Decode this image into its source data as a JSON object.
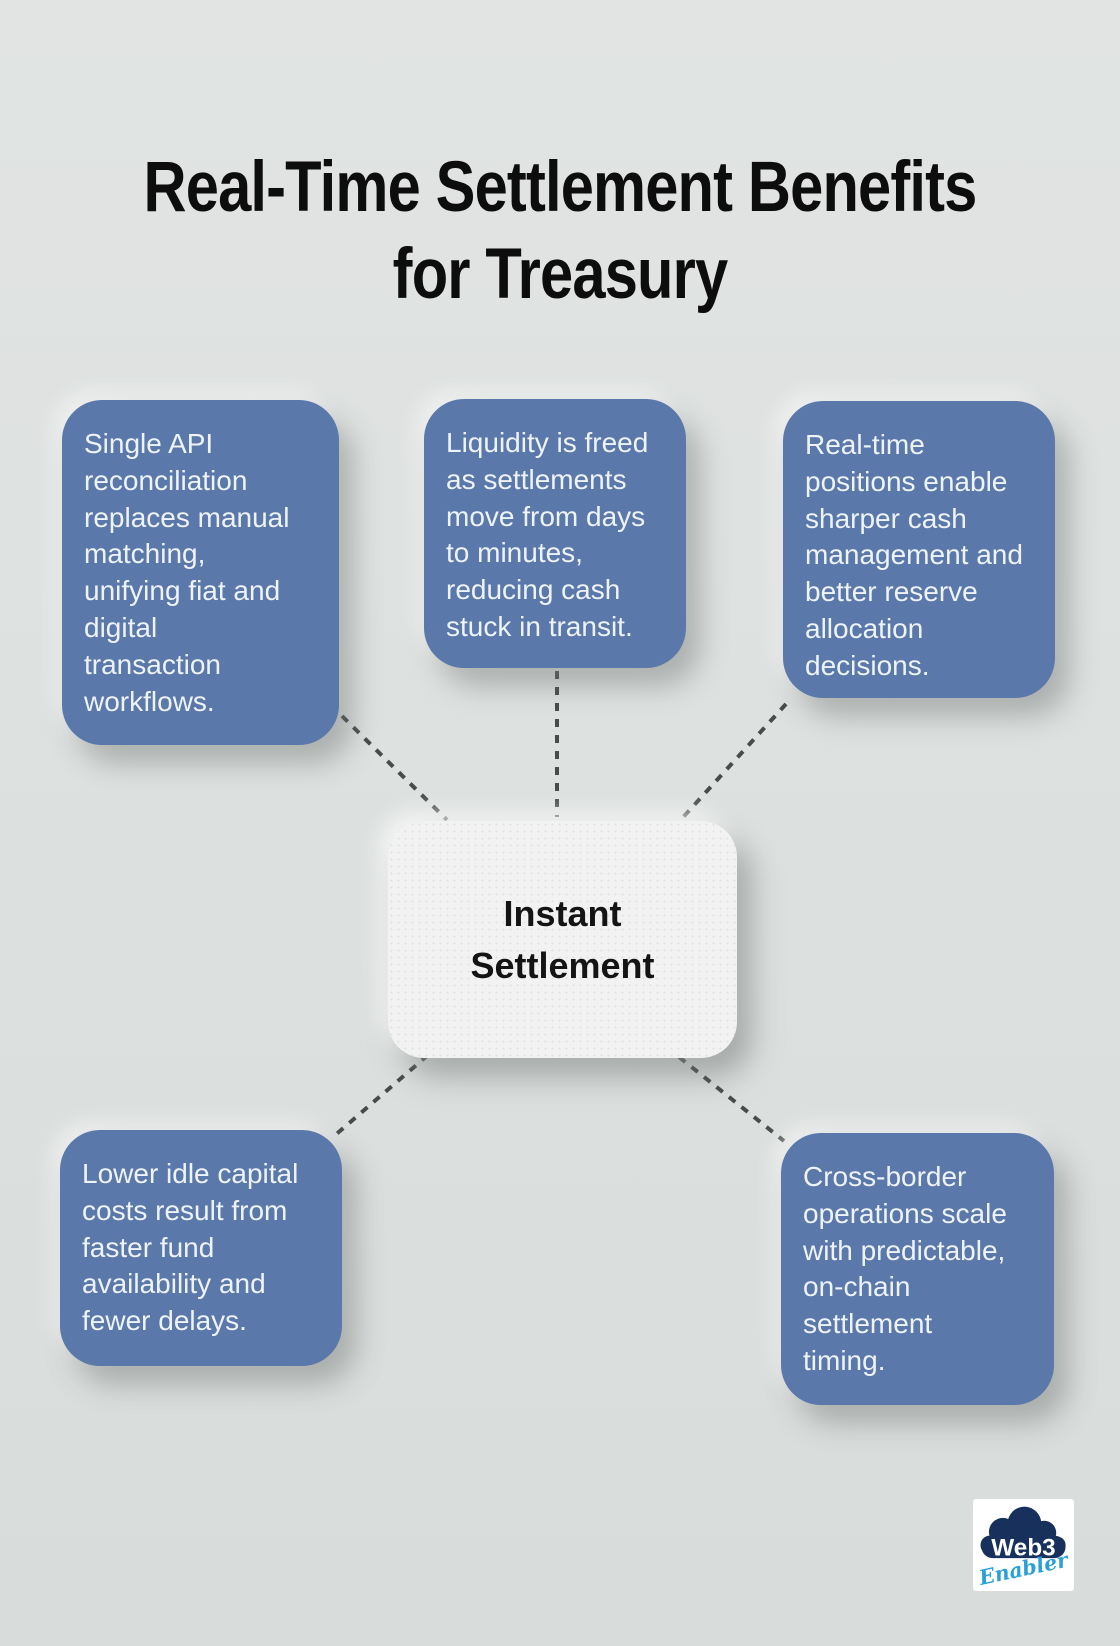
{
  "title": "Real-Time Settlement Benefits\nfor Treasury",
  "center_node": {
    "label": "Instant\nSettlement"
  },
  "nodes": [
    {
      "position": "top-left",
      "text": "Single API\nreconciliation\nreplaces manual\nmatching,\nunifying fiat and\ndigital\ntransaction\nworkflows."
    },
    {
      "position": "top-middle",
      "text": "Liquidity is freed\nas settlements\nmove from days\nto minutes,\nreducing cash\nstuck in transit."
    },
    {
      "position": "top-right",
      "text": "Real-time\npositions enable\nsharper cash\nmanagement and\nbetter reserve\nallocation\ndecisions."
    },
    {
      "position": "bottom-left",
      "text": "Lower idle capital\ncosts result from\nfaster fund\navailability and\nfewer delays."
    },
    {
      "position": "bottom-right",
      "text": "Cross-border\noperations scale\nwith predictable,\non-chain\nsettlement\ntiming."
    }
  ],
  "logo": {
    "line1": "Web3",
    "line2": "Enabler"
  },
  "colors": {
    "background": "#dde1df",
    "node_fill": "#5b78ab",
    "node_text": "#eef3f8",
    "center_fill": "#f1f2f1",
    "center_text": "#141414",
    "title_text": "#0d0d0d",
    "connector": "#474b49",
    "logo_navy": "#17305c",
    "logo_blue": "#2aa0d8"
  }
}
